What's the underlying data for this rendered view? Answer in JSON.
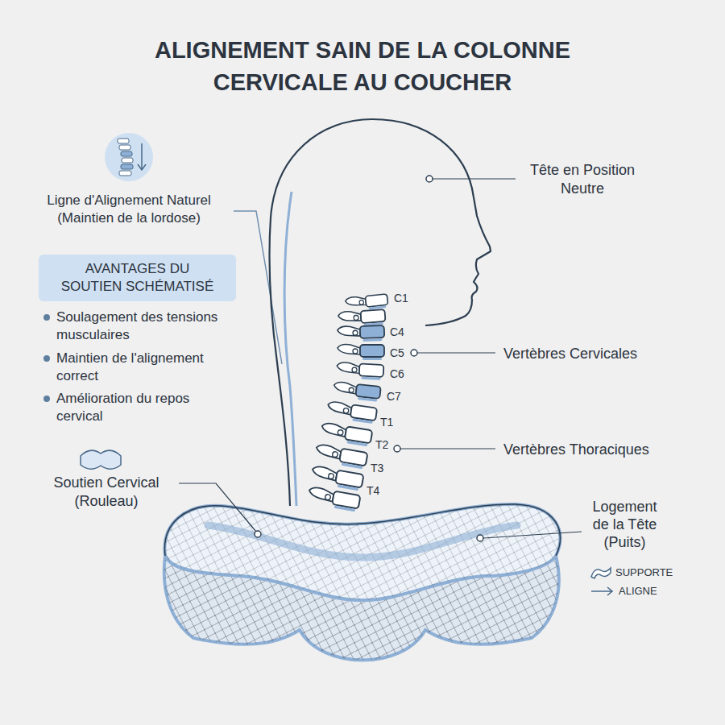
{
  "diagram": {
    "title": "ALIGNEMENT SAIN DE LA COLONNE CERVICALE AU COUCHER",
    "nodes": [
      {
        "text": [
          "AVANTAGES DU SOUTIEN SCHÉMATISÉ"
        ]
      }
    ],
    "labels": [
      "Ligne d'Alignement Naturel (Maintien de la lordose)",
      "Soulagement des tensions musculaires",
      "Maintien de l'alignement correct",
      "Amélioration du repos cervical",
      "Tête en Position Neutre",
      "C1",
      "C4",
      "C5",
      "Vertèbres Cervicales",
      "C6",
      "C7",
      "T1",
      "T2",
      "Vertèbres Thoraciques",
      "T3",
      "T4",
      "Soutien Cervical (Rouleau)",
      "Logement de la Tête (Puits)"
    ],
    "legend": [
      {
        "text": "SUPPORTE"
      },
      {
        "text": "ALIGNE"
      }
    ]
  }
}
